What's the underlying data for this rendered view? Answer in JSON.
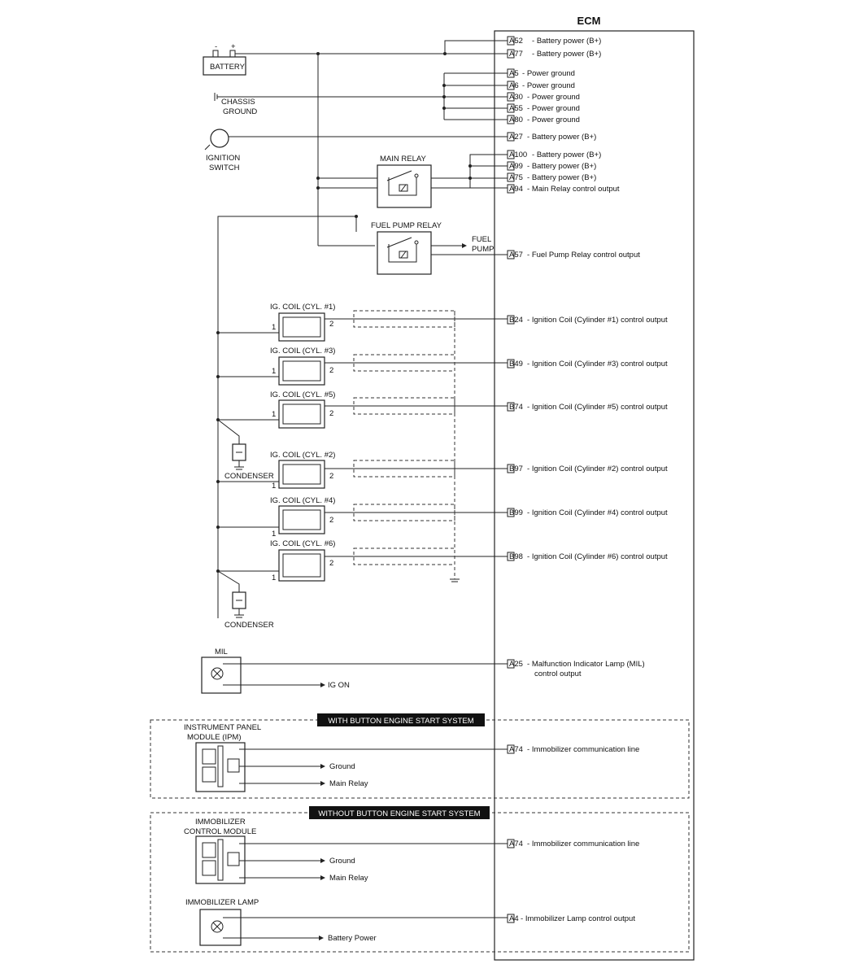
{
  "ecm": {
    "title": "ECM"
  },
  "pins": [
    {
      "id": "p1",
      "code": "A52",
      "desc": "Battery power (B+)"
    },
    {
      "id": "p2",
      "code": "A77",
      "desc": "Battery power (B+)"
    },
    {
      "id": "p3",
      "code": "A5",
      "desc": "Power ground"
    },
    {
      "id": "p4",
      "code": "A6",
      "desc": "Power ground"
    },
    {
      "id": "p5",
      "code": "A30",
      "desc": "Power ground"
    },
    {
      "id": "p6",
      "code": "A55",
      "desc": "Power ground"
    },
    {
      "id": "p7",
      "code": "A80",
      "desc": "Power ground"
    },
    {
      "id": "p8",
      "code": "A27",
      "desc": "Battery power (B+)"
    },
    {
      "id": "p9",
      "code": "A100",
      "desc": "Battery power (B+)"
    },
    {
      "id": "p10",
      "code": "A99",
      "desc": "Battery power (B+)"
    },
    {
      "id": "p11",
      "code": "A75",
      "desc": "Battery power (B+)"
    },
    {
      "id": "p12",
      "code": "A94",
      "desc": "Main Relay control output"
    },
    {
      "id": "p13",
      "code": "A57",
      "desc": "Fuel Pump Relay control output"
    },
    {
      "id": "p14",
      "code": "B24",
      "desc": "Ignition Coil (Cylinder #1) control output"
    },
    {
      "id": "p15",
      "code": "B49",
      "desc": "Ignition Coil (Cylinder #3) control output"
    },
    {
      "id": "p16",
      "code": "B74",
      "desc": "Ignition Coil (Cylinder #5) control output"
    },
    {
      "id": "p17",
      "code": "B97",
      "desc": "Ignition Coil (Cylinder #2) control output"
    },
    {
      "id": "p18",
      "code": "B99",
      "desc": "Ignition Coil (Cylinder #4) control output"
    },
    {
      "id": "p19",
      "code": "B98",
      "desc": "Ignition Coil (Cylinder #6) control output"
    },
    {
      "id": "p20",
      "code": "A25",
      "desc": "Malfunction Indicator Lamp (MIL)",
      "desc2": "control output"
    },
    {
      "id": "p21",
      "code": "A74",
      "desc": "Immobilizer communication line"
    },
    {
      "id": "p22",
      "code": "A74",
      "desc": "Immobilizer communication line"
    },
    {
      "id": "p23",
      "code": "A4",
      "desc": "Immobilizer Lamp control output"
    }
  ],
  "components": {
    "battery": "BATTERY",
    "battery_minus": "-",
    "battery_plus": "+",
    "chassis_ground_1": "CHASSIS",
    "chassis_ground_2": "GROUND",
    "ignition_switch_1": "IGNITION",
    "ignition_switch_2": "SWITCH",
    "main_relay": "MAIN RELAY",
    "fuel_pump_relay": "FUEL PUMP RELAY",
    "fuel_pump_1": "FUEL",
    "fuel_pump_2": "PUMP",
    "condenser_1": "CONDENSER",
    "condenser_2": "CONDENSER",
    "mil": "MIL",
    "ig_on": "IG ON",
    "ipm_1": "INSTRUMENT PANEL",
    "ipm_2": "MODULE (IPM)",
    "ground_1": "Ground",
    "main_relay_out_1": "Main Relay",
    "immo_module_1": "IMMOBILIZER",
    "immo_module_2": "CONTROL MODULE",
    "ground_2": "Ground",
    "main_relay_out_2": "Main Relay",
    "immo_lamp": "IMMOBILIZER LAMP",
    "battery_power": "Battery Power"
  },
  "coils": [
    {
      "id": "c1",
      "label": "IG. COIL (CYL. #1)",
      "pin1": "1",
      "pin2": "2"
    },
    {
      "id": "c3",
      "label": "IG. COIL (CYL. #3)",
      "pin1": "1",
      "pin2": "2"
    },
    {
      "id": "c5",
      "label": "IG. COIL (CYL. #5)",
      "pin1": "1",
      "pin2": "2"
    },
    {
      "id": "c2",
      "label": "IG. COIL (CYL. #2)",
      "pin1": "1",
      "pin2": "2"
    },
    {
      "id": "c4",
      "label": "IG. COIL (CYL. #4)",
      "pin1": "1",
      "pin2": "2"
    },
    {
      "id": "c6",
      "label": "IG. COIL (CYL. #6)",
      "pin1": "1",
      "pin2": "2"
    }
  ],
  "banners": {
    "with_button": "WITH BUTTON ENGINE START SYSTEM",
    "without_button": "WITHOUT BUTTON ENGINE START SYSTEM"
  }
}
